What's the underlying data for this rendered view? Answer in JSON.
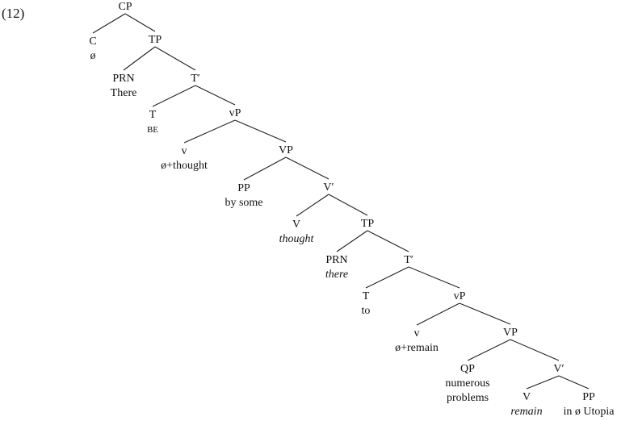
{
  "example_number": "(12)",
  "nodes": [
    {
      "id": "cp",
      "label": "CP"
    },
    {
      "id": "c",
      "label": "C",
      "words": [
        "ø"
      ]
    },
    {
      "id": "tp1",
      "label": "TP"
    },
    {
      "id": "prn1",
      "label": "PRN",
      "words": [
        "There"
      ]
    },
    {
      "id": "tbar1",
      "label": "T′"
    },
    {
      "id": "t1",
      "label": "T",
      "words": [
        "BE"
      ],
      "small": true
    },
    {
      "id": "vp_s1",
      "label": "vP"
    },
    {
      "id": "v_s1",
      "label": "v",
      "words": [
        "ø+thought"
      ]
    },
    {
      "id": "VP1",
      "label": "VP"
    },
    {
      "id": "pp1",
      "label": "PP",
      "words": [
        "by some"
      ]
    },
    {
      "id": "vbar1",
      "label": "V′"
    },
    {
      "id": "V1",
      "label": "V",
      "words": [
        "thought"
      ],
      "italic": true
    },
    {
      "id": "tp2",
      "label": "TP"
    },
    {
      "id": "prn2",
      "label": "PRN",
      "words": [
        "there"
      ],
      "italic": true
    },
    {
      "id": "tbar2",
      "label": "T′"
    },
    {
      "id": "t2",
      "label": "T",
      "words": [
        "to"
      ]
    },
    {
      "id": "vp_s2",
      "label": "vP"
    },
    {
      "id": "v_s2",
      "label": "v",
      "words": [
        "ø+remain"
      ]
    },
    {
      "id": "VP2",
      "label": "VP"
    },
    {
      "id": "qp",
      "label": "QP",
      "words": [
        "numerous",
        "problems"
      ]
    },
    {
      "id": "vbar2",
      "label": "V′"
    },
    {
      "id": "V2",
      "label": "V",
      "words": [
        "remain"
      ],
      "italic": true
    },
    {
      "id": "pp2",
      "label": "PP",
      "words": [
        "in ø Utopia"
      ]
    }
  ],
  "edges": [
    [
      "cp",
      "c"
    ],
    [
      "cp",
      "tp1"
    ],
    [
      "tp1",
      "prn1"
    ],
    [
      "tp1",
      "tbar1"
    ],
    [
      "tbar1",
      "t1"
    ],
    [
      "tbar1",
      "vp_s1"
    ],
    [
      "vp_s1",
      "v_s1"
    ],
    [
      "vp_s1",
      "VP1"
    ],
    [
      "VP1",
      "pp1"
    ],
    [
      "VP1",
      "vbar1"
    ],
    [
      "vbar1",
      "V1"
    ],
    [
      "vbar1",
      "tp2"
    ],
    [
      "tp2",
      "prn2"
    ],
    [
      "tp2",
      "tbar2"
    ],
    [
      "tbar2",
      "t2"
    ],
    [
      "tbar2",
      "vp_s2"
    ],
    [
      "vp_s2",
      "v_s2"
    ],
    [
      "vp_s2",
      "VP2"
    ],
    [
      "VP2",
      "qp"
    ],
    [
      "VP2",
      "vbar2"
    ],
    [
      "vbar2",
      "V2"
    ],
    [
      "vbar2",
      "pp2"
    ]
  ]
}
